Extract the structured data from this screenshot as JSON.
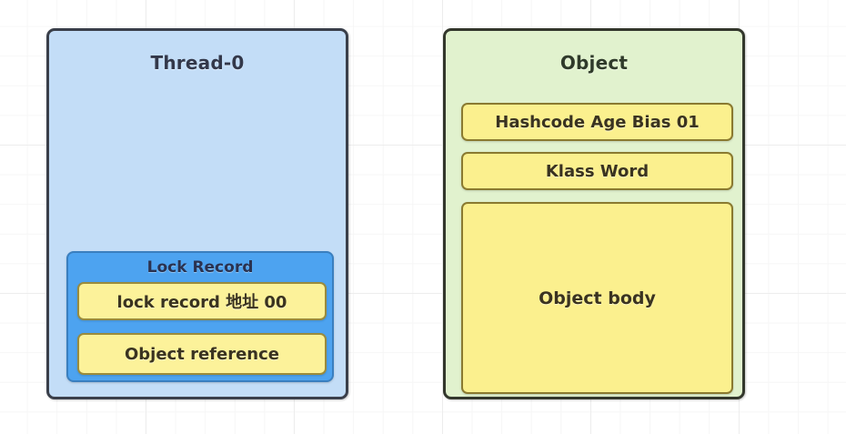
{
  "diagram": {
    "title": "Java object header and lock record (biased locking) diagram",
    "background": {
      "color": "#ffffff",
      "grid_minor_color": "#f6f6f6",
      "grid_major_color": "#ededed"
    },
    "panels": [
      {
        "id": "thread",
        "title": "Thread-0",
        "fill": "#c3ddf7",
        "border": "#3a3f4a",
        "groups": [
          {
            "id": "lock-record",
            "title": "Lock Record",
            "fill": "#4da3f0",
            "border": "#3a7fbf",
            "rows": [
              {
                "id": "lock-record-addr",
                "label": "lock record 地址 00",
                "fill": "#fcf29a"
              },
              {
                "id": "object-reference",
                "label": "Object reference",
                "fill": "#fcf29a"
              }
            ]
          }
        ]
      },
      {
        "id": "object",
        "title": "Object",
        "fill": "#e1f2ce",
        "border": "#33372c",
        "rows": [
          {
            "id": "mark-word",
            "label": "Hashcode Age Bias 01",
            "fill": "#fbf08e"
          },
          {
            "id": "klass-word",
            "label": "Klass Word",
            "fill": "#fbf08e"
          },
          {
            "id": "object-body",
            "label": "Object body",
            "fill": "#fbf08e"
          }
        ]
      }
    ]
  }
}
